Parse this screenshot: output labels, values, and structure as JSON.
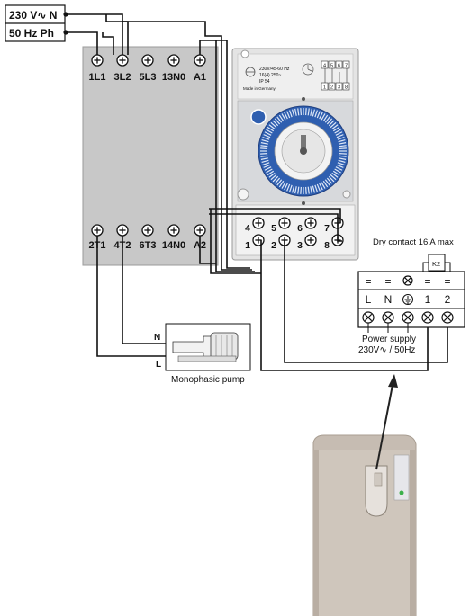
{
  "supply": {
    "neutral_label": "230 V∿ N",
    "phase_label": "50 Hz  Ph"
  },
  "contactor": {
    "top_terminals": [
      "1L1",
      "3L2",
      "5L3",
      "13N0",
      "A1"
    ],
    "bottom_terminals": [
      "2T1",
      "4T2",
      "6T3",
      "14N0",
      "A2"
    ]
  },
  "timer": {
    "spec_text": [
      "230V/45-60 Hz",
      "16(4) 250~",
      "IP 54",
      "Made in Germany"
    ],
    "contact_numbers": [
      "4",
      "5",
      "6",
      "7",
      "1",
      "2",
      "3",
      "8"
    ],
    "diagram_numbers": [
      "4",
      "5",
      "6",
      "7",
      "1",
      "2",
      "3",
      "8"
    ]
  },
  "dry_contact": {
    "title": "Dry contact 16 A max",
    "relay_label": "K2",
    "symbols_top": [
      "=",
      "=",
      "⊗",
      "=",
      "="
    ],
    "terminal_labels": [
      "L",
      "N",
      "⏚",
      "1",
      "2"
    ],
    "power_supply_line1": "Power supply",
    "power_supply_line2": "230V∿ / 50Hz"
  },
  "pump": {
    "caption": "Monophasic pump",
    "n_label": "N",
    "l_label": "L"
  },
  "colors": {
    "wire": "#111111",
    "contactor_body": "#c8c8c8",
    "timer_body": "#e4e4e4",
    "dial_blue": "#2f5fb0",
    "heatpump_body": "#c6bcb2"
  }
}
